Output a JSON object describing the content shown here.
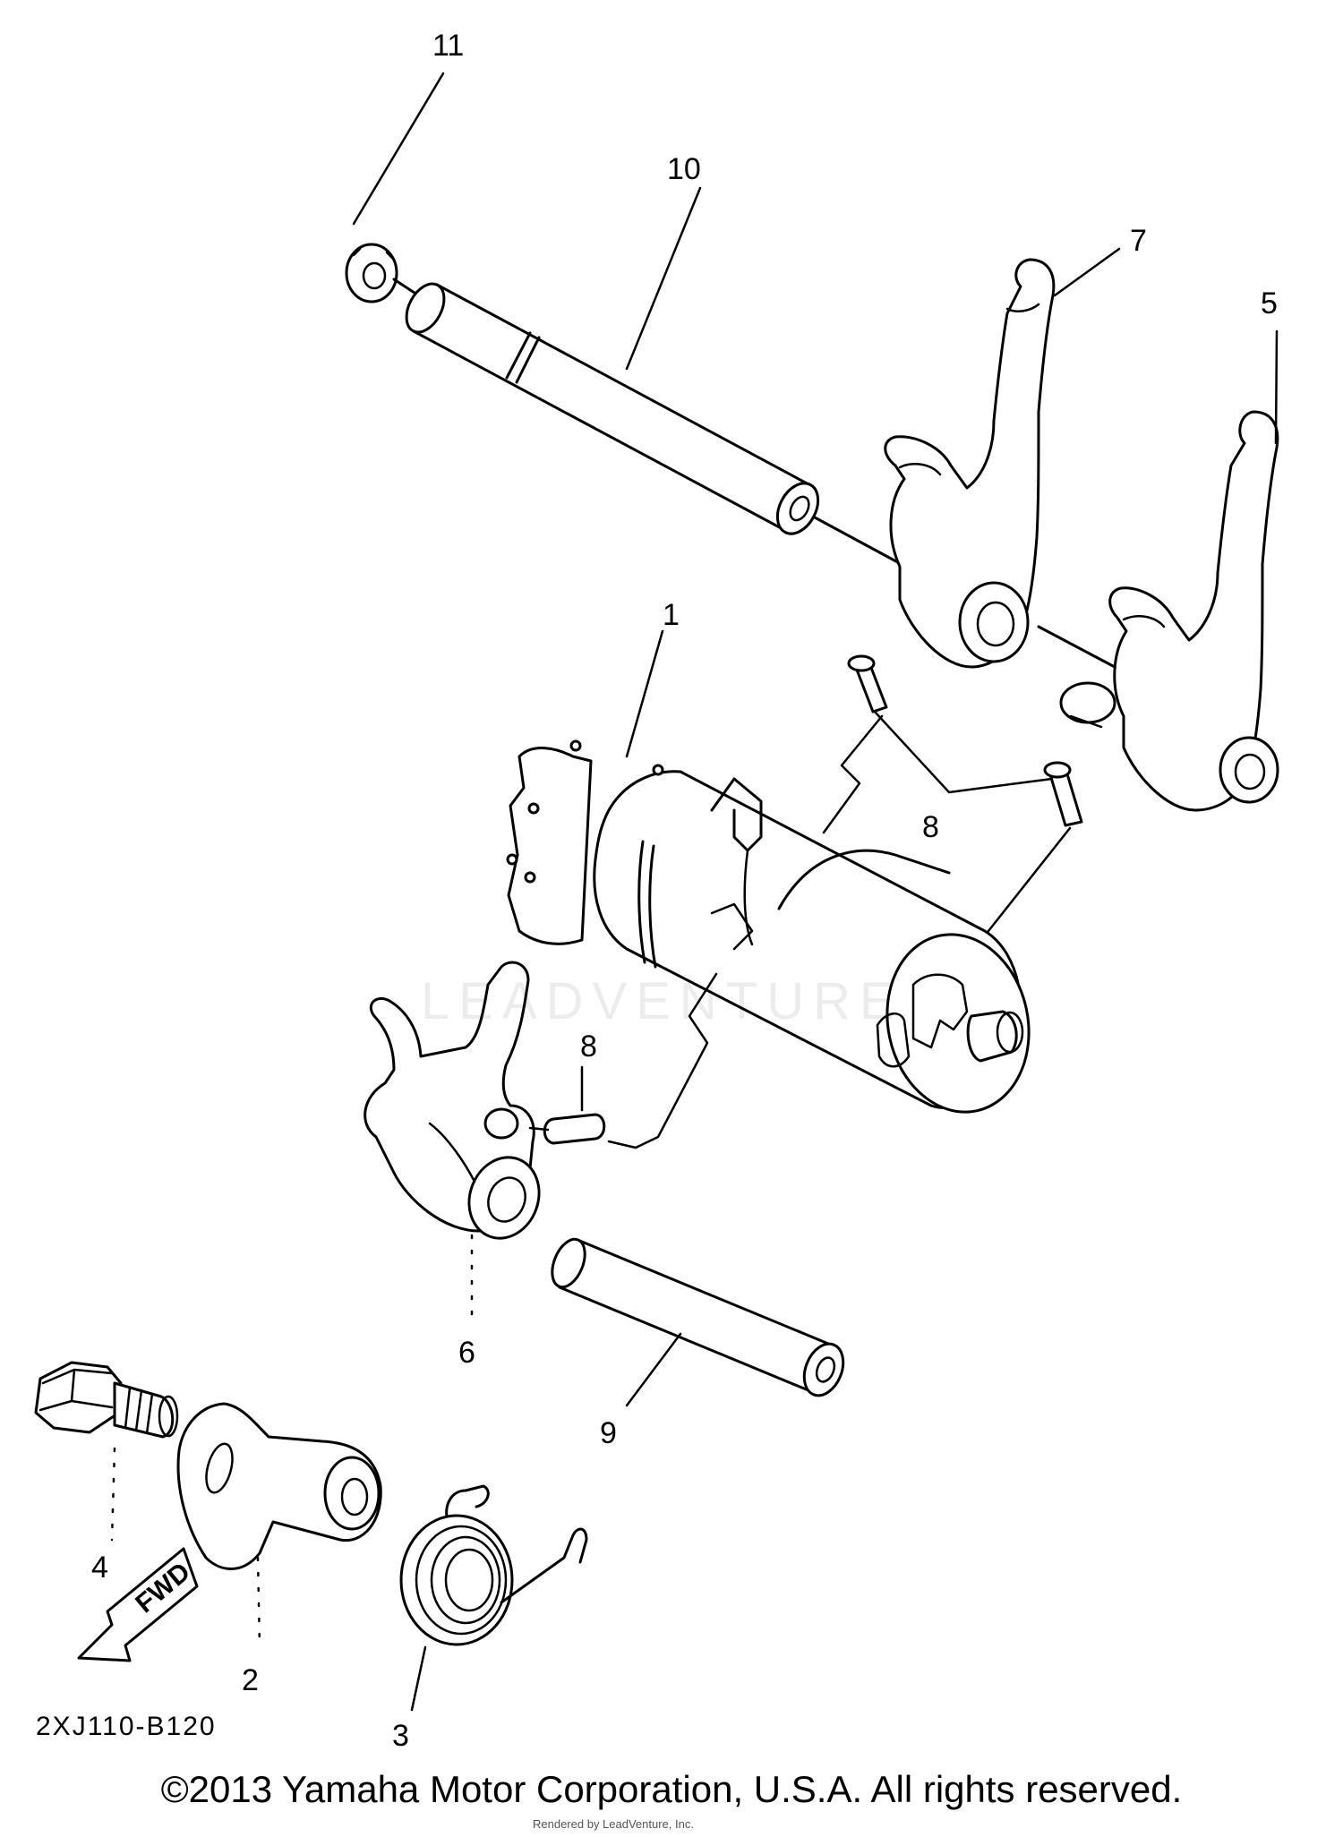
{
  "diagram": {
    "part_labels": {
      "p1": "1",
      "p2": "2",
      "p3": "3",
      "p4": "4",
      "p5": "5",
      "p6": "6",
      "p7": "7",
      "p8a": "8",
      "p8b": "8",
      "p9": "9",
      "p10": "10",
      "p11": "11"
    },
    "direction_marker": "FWD",
    "diagram_code": "2XJ110-B120",
    "watermark": "LEADVENTURE"
  },
  "footer": {
    "copyright": "©2013 Yamaha Motor Corporation, U.S.A. All rights reserved.",
    "rendered_by": "Rendered by LeadVenture, Inc."
  }
}
